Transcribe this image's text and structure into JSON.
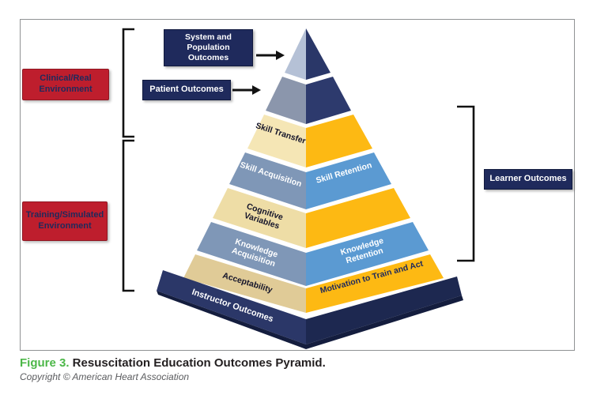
{
  "colors": {
    "red": "#be1e2d",
    "navy_box": "#1f2a5c",
    "apex_left": "#b5c1d6",
    "apex_right": "#2a3768",
    "slate": "#8b96ac",
    "navy_mid": "#2d3a6d",
    "cream": "#f5e6b5",
    "cream_dark": "#eedda6",
    "tan": "#e0cb97",
    "gold": "#fdb913",
    "steel_blue": "#7f97b7",
    "light_blue": "#5b9ad2",
    "base_left": "#2b3768",
    "base_right": "#1d2850",
    "base_lip": "#141d3e",
    "green": "#4cb748"
  },
  "env_boxes": {
    "clinical": "Clinical/Real Environment",
    "training": "Training/Simulated Environment"
  },
  "outcome_boxes": {
    "system_population": "System and Population Outcomes",
    "patient": "Patient Outcomes",
    "learner": "Learner Outcomes"
  },
  "pyramid": {
    "skill_transfer": "Skill Transfer",
    "skill_acquisition": "Skill Acquisition",
    "skill_retention": "Skill Retention",
    "cognitive_variables": "Cognitive Variables",
    "knowledge_acquisition": "Knowledge Acquisition",
    "knowledge_retention": "Knowledge Retention",
    "acceptability": "Acceptability",
    "motivation": "Motivation to Train and Act",
    "instructor_outcomes": "Instructor Outcomes"
  },
  "caption": {
    "figure_label": "Figure 3.",
    "title": " Resuscitation Education Outcomes Pyramid.",
    "copyright": "Copyright © American Heart Association"
  }
}
